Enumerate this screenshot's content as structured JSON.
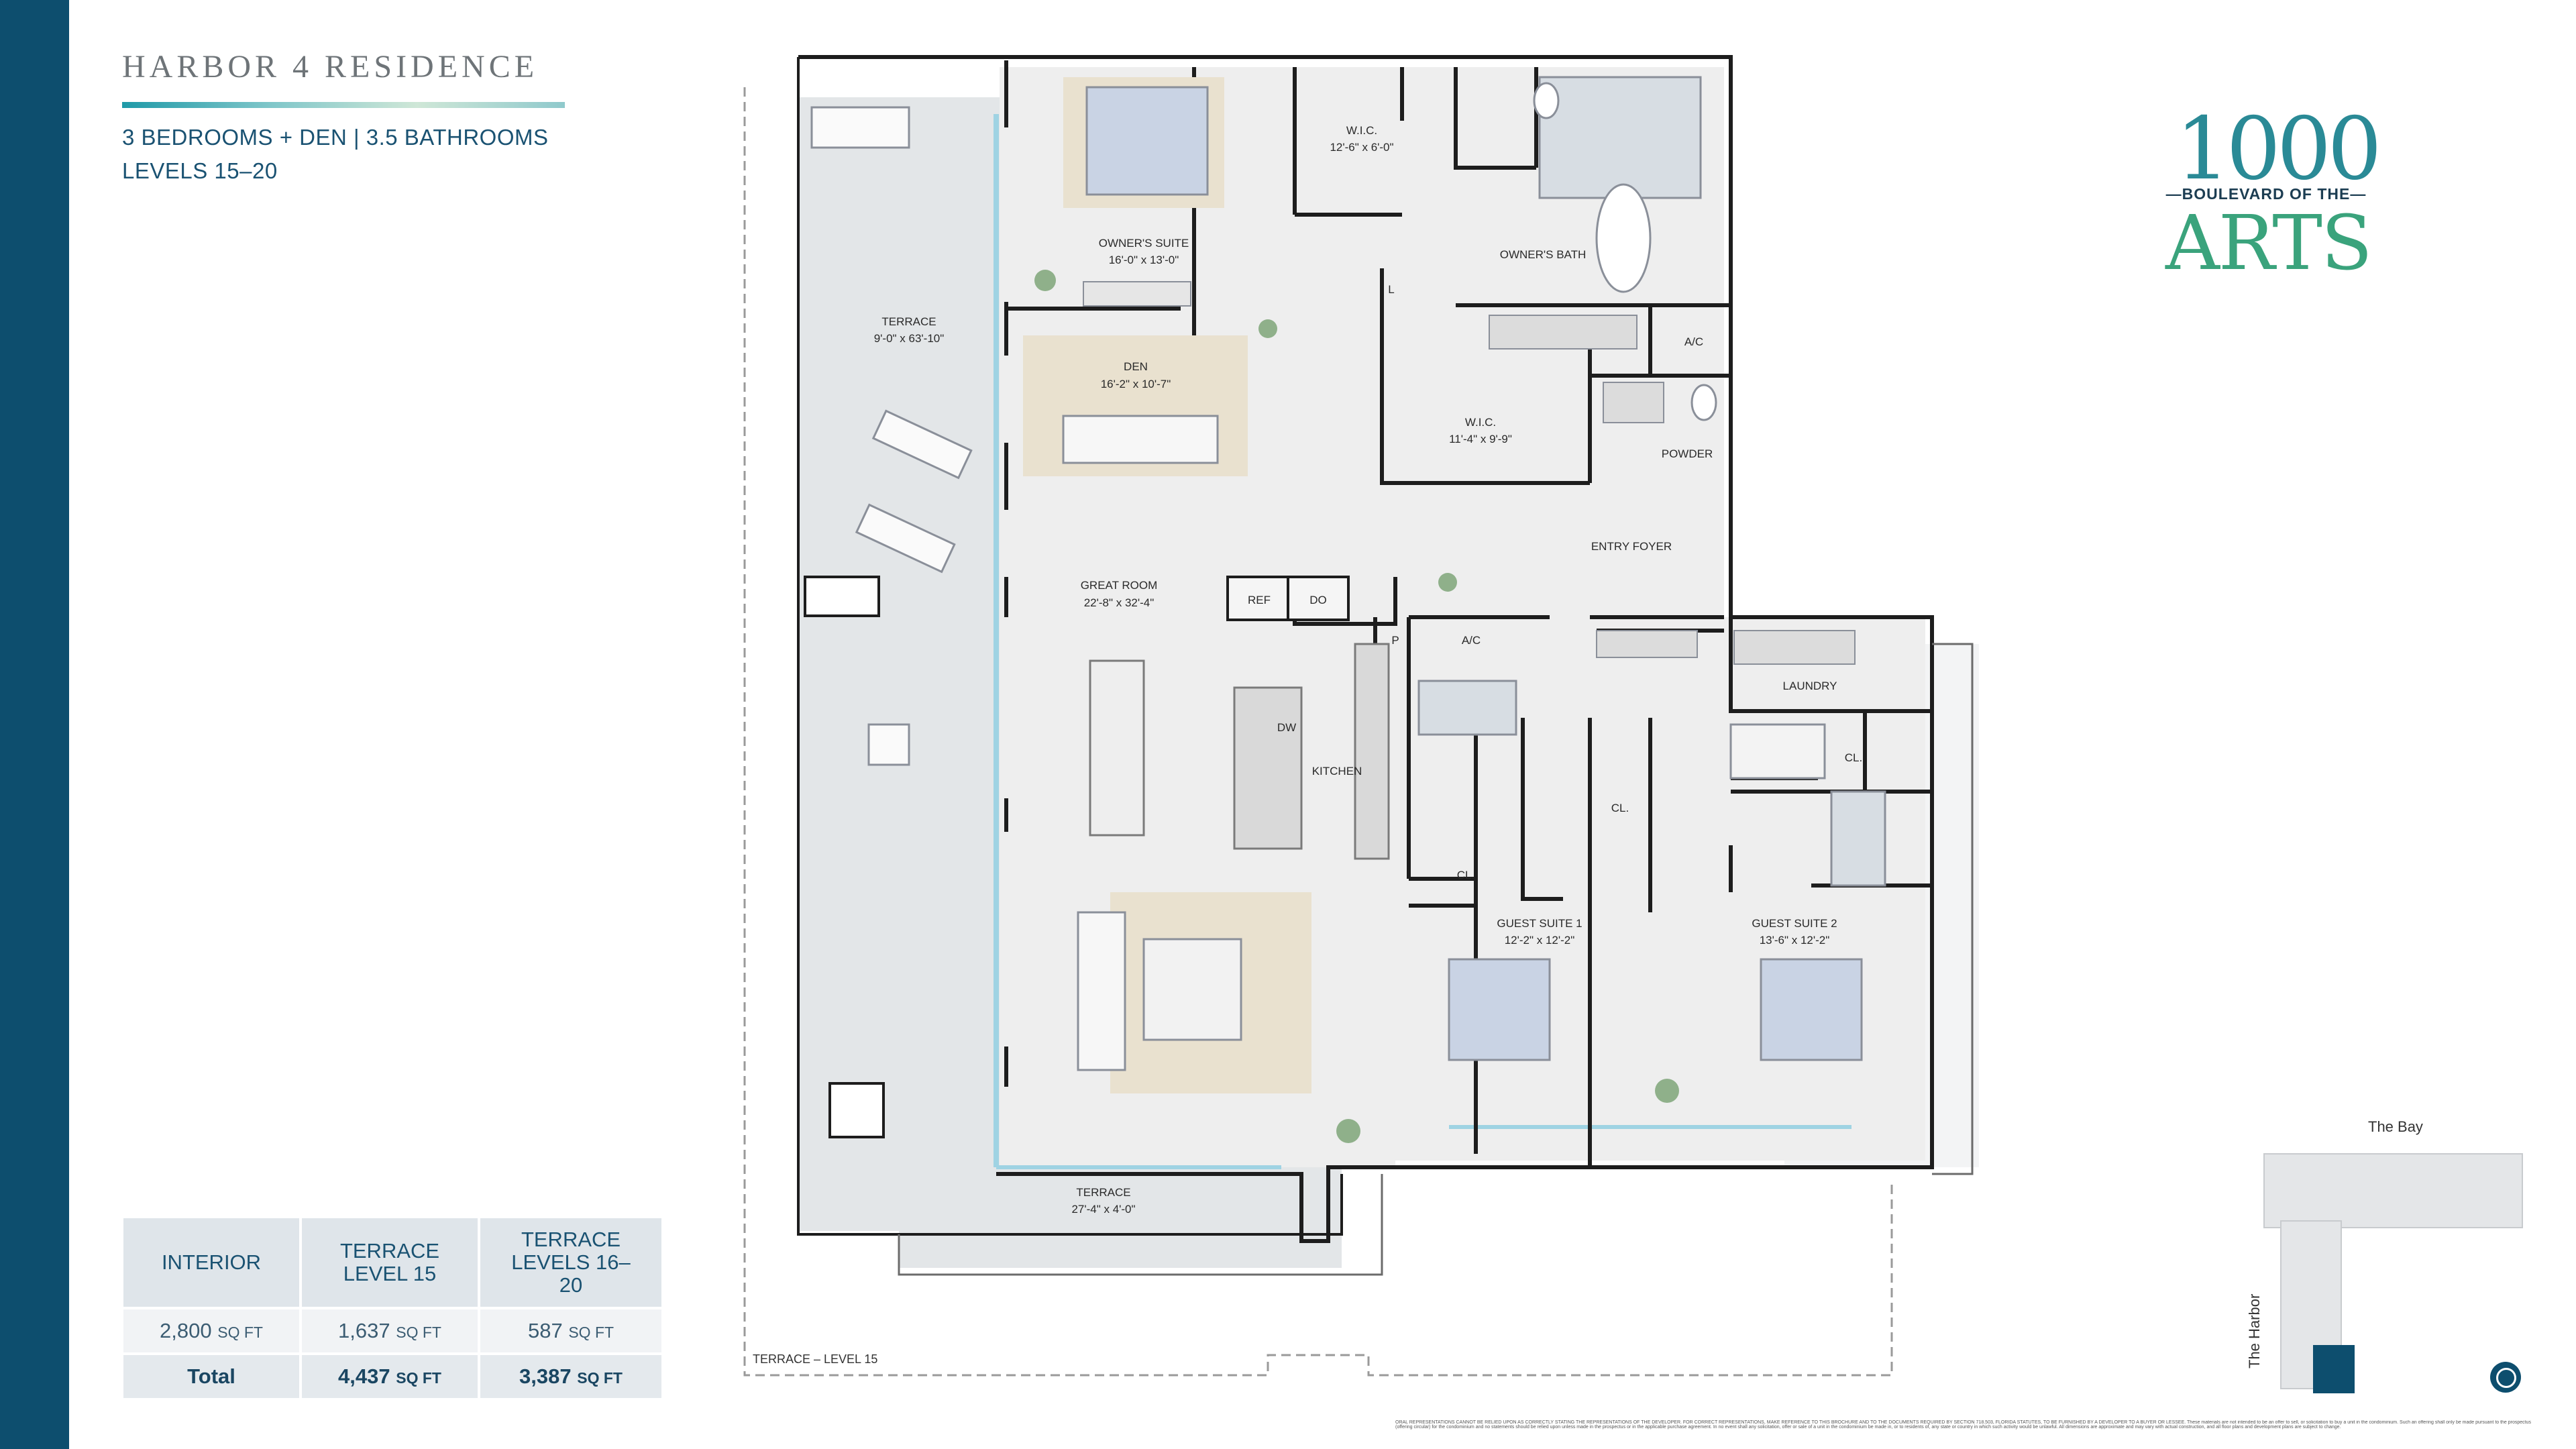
{
  "header": {
    "title": "HARBOR 4 RESIDENCE",
    "specs": "3 BEDROOMS + DEN  |  3.5 BATHROOMS",
    "levels": "LEVELS 15–20"
  },
  "logo": {
    "number": "1000",
    "subtitle": "—BOULEVARD OF THE—",
    "word": "ARTS",
    "colors": {
      "teal": "#2a8a96",
      "green": "#3aa37c",
      "red": "#c8323c"
    }
  },
  "area_table": {
    "headers": [
      "INTERIOR",
      "TERRACE LEVEL 15",
      "TERRACE LEVELS 16–20"
    ],
    "values": [
      {
        "num": "2,800",
        "unit": "SQ FT"
      },
      {
        "num": "1,637",
        "unit": "SQ FT"
      },
      {
        "num": "587",
        "unit": "SQ FT"
      }
    ],
    "total_label": "Total",
    "totals": [
      {
        "num": "4,437",
        "unit": "SQ FT"
      },
      {
        "num": "3,387",
        "unit": "SQ FT"
      }
    ]
  },
  "rooms": {
    "terrace_west": {
      "name": "TERRACE",
      "dims": "9'-0\" x 63'-10\""
    },
    "owners_suite": {
      "name": "OWNER'S SUITE",
      "dims": "16'-0\" x 13'-0\""
    },
    "wic_top": {
      "name": "W.I.C.",
      "dims": "12'-6\" x 6'-0\""
    },
    "owners_bath": {
      "name": "OWNER'S BATH"
    },
    "den": {
      "name": "DEN",
      "dims": "16'-2\" x 10'-7\""
    },
    "wic_mid": {
      "name": "W.I.C.",
      "dims": "11'-4\" x 9'-9\""
    },
    "powder": {
      "name": "POWDER"
    },
    "ac1": {
      "name": "A/C"
    },
    "ac2": {
      "name": "A/C"
    },
    "linen": {
      "name": "L"
    },
    "entry": {
      "name": "ENTRY FOYER"
    },
    "great_room": {
      "name": "GREAT ROOM",
      "dims": "22'-8\" x 32'-4\""
    },
    "ref": {
      "name": "REF"
    },
    "do": {
      "name": "DO"
    },
    "pantry": {
      "name": "P"
    },
    "dw": {
      "name": "DW"
    },
    "kitchen": {
      "name": "KITCHEN"
    },
    "laundry": {
      "name": "LAUNDRY"
    },
    "cl1": {
      "name": "CL."
    },
    "cl2": {
      "name": "CL."
    },
    "cl3": {
      "name": "CL."
    },
    "guest1": {
      "name": "GUEST SUITE 1",
      "dims": "12'-2\" x 12'-2\""
    },
    "guest2": {
      "name": "GUEST SUITE 2",
      "dims": "13'-6\" x 12'-2\""
    },
    "terrace_south": {
      "name": "TERRACE",
      "dims": "27'-4\" x 4'-0\""
    }
  },
  "terrace15_label": "TERRACE – LEVEL 15",
  "keymap": {
    "bay": "The Bay",
    "harbor": "The Harbor"
  },
  "disclaimer": "ORAL REPRESENTATIONS CANNOT BE RELIED UPON AS CORRECTLY STATING THE REPRESENTATIONS OF THE DEVELOPER. FOR CORRECT REPRESENTATIONS, MAKE REFERENCE TO THIS BROCHURE AND TO THE DOCUMENTS REQUIRED BY SECTION 718.503, FLORIDA STATUTES, TO BE FURNISHED BY A DEVELOPER TO A BUYER OR LESSEE. These materials are not intended to be an offer to sell, or solicitation to buy a unit in the condominium. Such an offering shall only be made pursuant to the prospectus (offering circular) for the condominium and no statements should be relied upon unless made in the prospectus or in the applicable purchase agreement. In no event shall any solicitation, offer or sale of a unit in the condominium be made in, or to residents of, any state or country in which such activity would be unlawful. All dimensions are approximate and may vary with actual construction, and all floor plans and development plans are subject to change."
}
